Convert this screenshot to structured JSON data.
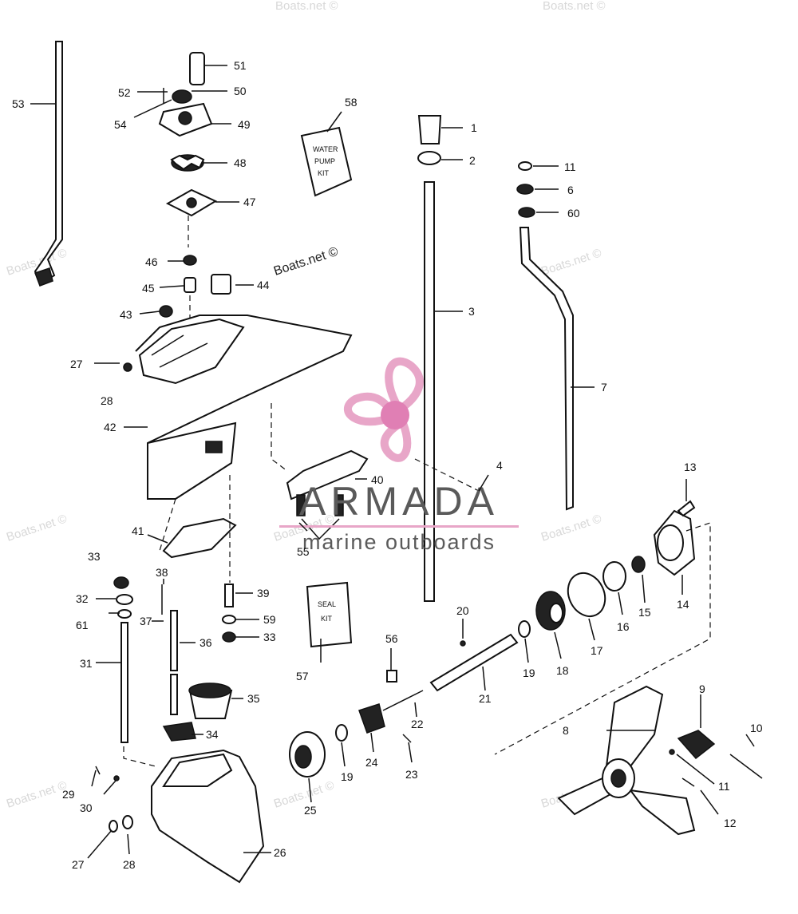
{
  "watermarks": [
    "Boats.net ©",
    "Boats.net ©",
    "Boats.net ©",
    "Boats.net ©",
    "Boats.net ©",
    "Boats.net ©",
    "Boats.net ©",
    "Boats.net ©",
    "Boats.net ©",
    "Boats.net ©",
    "Boats.net ©"
  ],
  "brand": {
    "name": "ARMADA",
    "tagline": "marine outboards",
    "accent": "#e8a6c8",
    "accent_hub": "#e07fb4"
  },
  "kits": {
    "water_pump": [
      "WATER",
      "PUMP",
      "KIT"
    ],
    "seal": [
      "SEAL",
      "KIT"
    ]
  },
  "callouts": [
    "1",
    "2",
    "3",
    "4",
    "6",
    "7",
    "8",
    "9",
    "10",
    "11",
    "11",
    "12",
    "13",
    "14",
    "15",
    "16",
    "17",
    "18",
    "19",
    "19",
    "20",
    "21",
    "22",
    "23",
    "24",
    "25",
    "26",
    "27",
    "27",
    "28",
    "28",
    "29",
    "30",
    "31",
    "32",
    "33",
    "33",
    "34",
    "35",
    "36",
    "37",
    "38",
    "39",
    "40",
    "41",
    "42",
    "43",
    "44",
    "45",
    "46",
    "47",
    "48",
    "49",
    "50",
    "51",
    "52",
    "53",
    "54",
    "55",
    "56",
    "57",
    "58",
    "59",
    "60",
    "61"
  ]
}
